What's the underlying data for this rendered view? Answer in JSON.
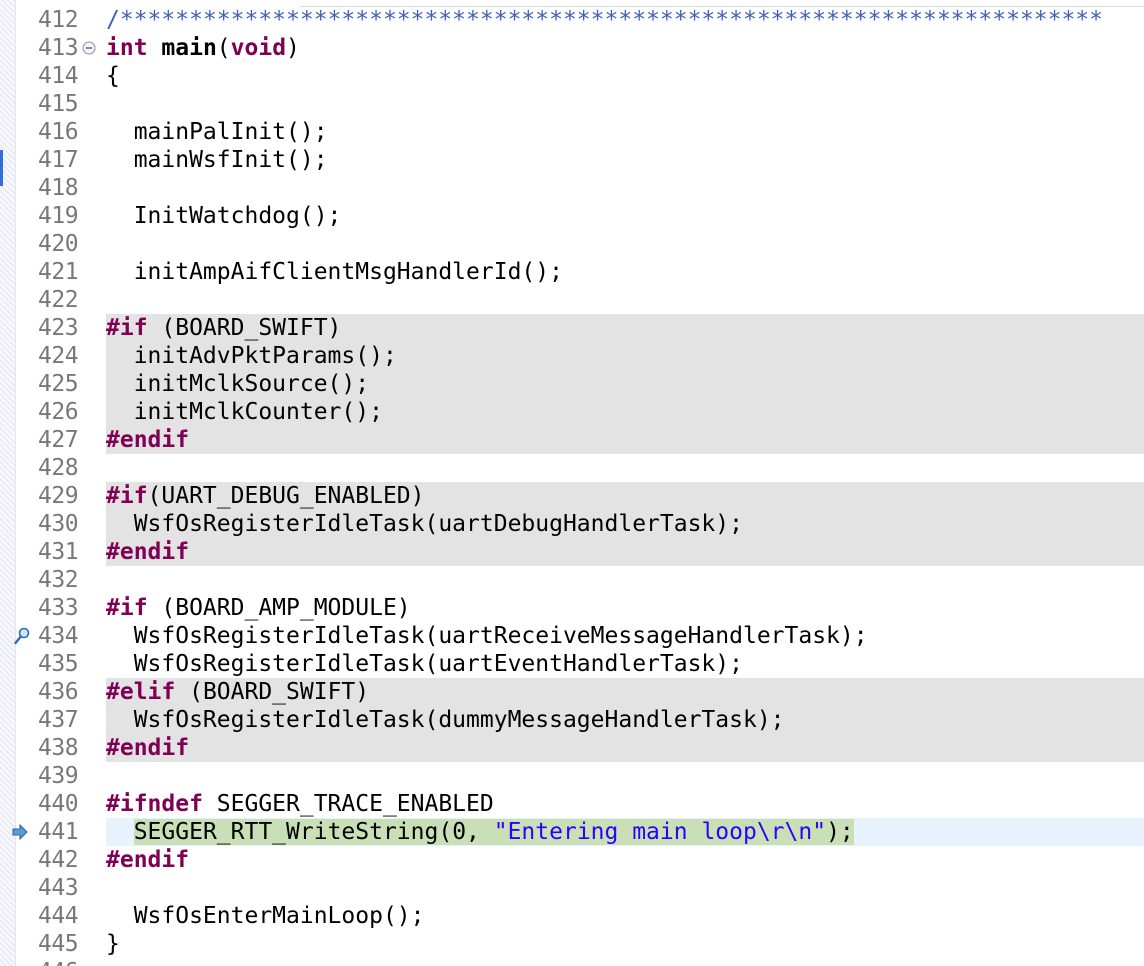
{
  "editor": {
    "lines": [
      {
        "num": "412",
        "kind": "comment",
        "text": "/***********************************************************************"
      },
      {
        "num": "413",
        "kind": "decl",
        "text": "",
        "fold": true,
        "decl": {
          "type": "int",
          "name": "main",
          "open": "(",
          "param": "void",
          "close": ")"
        }
      },
      {
        "num": "414",
        "kind": "code",
        "text": "{"
      },
      {
        "num": "415",
        "kind": "code",
        "text": ""
      },
      {
        "num": "416",
        "kind": "code",
        "text": "  mainPalInit();"
      },
      {
        "num": "417",
        "kind": "code",
        "text": "  mainWsfInit();"
      },
      {
        "num": "418",
        "kind": "code",
        "text": ""
      },
      {
        "num": "419",
        "kind": "code",
        "text": "  InitWatchdog();"
      },
      {
        "num": "420",
        "kind": "code",
        "text": ""
      },
      {
        "num": "421",
        "kind": "code",
        "text": "  initAmpAifClientMsgHandlerId();"
      },
      {
        "num": "422",
        "kind": "code",
        "text": ""
      },
      {
        "num": "423",
        "kind": "directive",
        "directive": "#if",
        "text": " (BOARD_SWIFT)",
        "inactive": true
      },
      {
        "num": "424",
        "kind": "code",
        "text": "  initAdvPktParams();",
        "inactive": true
      },
      {
        "num": "425",
        "kind": "code",
        "text": "  initMclkSource();",
        "inactive": true
      },
      {
        "num": "426",
        "kind": "code",
        "text": "  initMclkCounter();",
        "inactive": true
      },
      {
        "num": "427",
        "kind": "directive",
        "directive": "#endif",
        "text": "",
        "inactive": true
      },
      {
        "num": "428",
        "kind": "code",
        "text": ""
      },
      {
        "num": "429",
        "kind": "directive",
        "directive": "#if",
        "text": "(UART_DEBUG_ENABLED)",
        "inactive": true
      },
      {
        "num": "430",
        "kind": "code",
        "text": "  WsfOsRegisterIdleTask(uartDebugHandlerTask);",
        "inactive": true
      },
      {
        "num": "431",
        "kind": "directive",
        "directive": "#endif",
        "text": "",
        "inactive": true
      },
      {
        "num": "432",
        "kind": "code",
        "text": ""
      },
      {
        "num": "433",
        "kind": "directive",
        "directive": "#if",
        "text": " (BOARD_AMP_MODULE)"
      },
      {
        "num": "434",
        "kind": "code",
        "text": "  WsfOsRegisterIdleTask(uartReceiveMessageHandlerTask);",
        "marker": "search"
      },
      {
        "num": "435",
        "kind": "code",
        "text": "  WsfOsRegisterIdleTask(uartEventHandlerTask);"
      },
      {
        "num": "436",
        "kind": "directive",
        "directive": "#elif",
        "text": " (BOARD_SWIFT)",
        "inactive": true
      },
      {
        "num": "437",
        "kind": "code",
        "text": "  WsfOsRegisterIdleTask(dummyMessageHandlerTask);",
        "inactive": true
      },
      {
        "num": "438",
        "kind": "directive",
        "directive": "#endif",
        "text": "",
        "inactive": true
      },
      {
        "num": "439",
        "kind": "code",
        "text": ""
      },
      {
        "num": "440",
        "kind": "directive",
        "directive": "#ifndef",
        "text": " SEGGER_TRACE_ENABLED"
      },
      {
        "num": "441",
        "kind": "exec",
        "text": "",
        "current": true,
        "marker": "arrow",
        "exec": {
          "indent": "  ",
          "pre": "SEGGER_RTT_WriteString(0, ",
          "str": "\"Entering main loop\\r\\n\"",
          "post": ");"
        }
      },
      {
        "num": "442",
        "kind": "directive",
        "directive": "#endif",
        "text": ""
      },
      {
        "num": "443",
        "kind": "code",
        "text": ""
      },
      {
        "num": "444",
        "kind": "code",
        "text": "  WsfOsEnterMainLoop();"
      },
      {
        "num": "445",
        "kind": "code",
        "text": "}"
      },
      {
        "num": "446",
        "kind": "code",
        "text": "",
        "partial": true
      }
    ]
  },
  "colors": {
    "keyword": "#7f0055",
    "string": "#2a00ff",
    "comment": "#3f5fbf",
    "line_number": "#787878",
    "inactive_background": "#e3e3e3",
    "current_line_background": "#e8f2fe",
    "execution_highlight": "#c9e0b6"
  },
  "icons": {
    "fold": "collapse-minus-icon",
    "search_marker": "magnifier-bookmark-icon",
    "instruction_pointer": "debug-instruction-pointer-arrow-icon"
  }
}
